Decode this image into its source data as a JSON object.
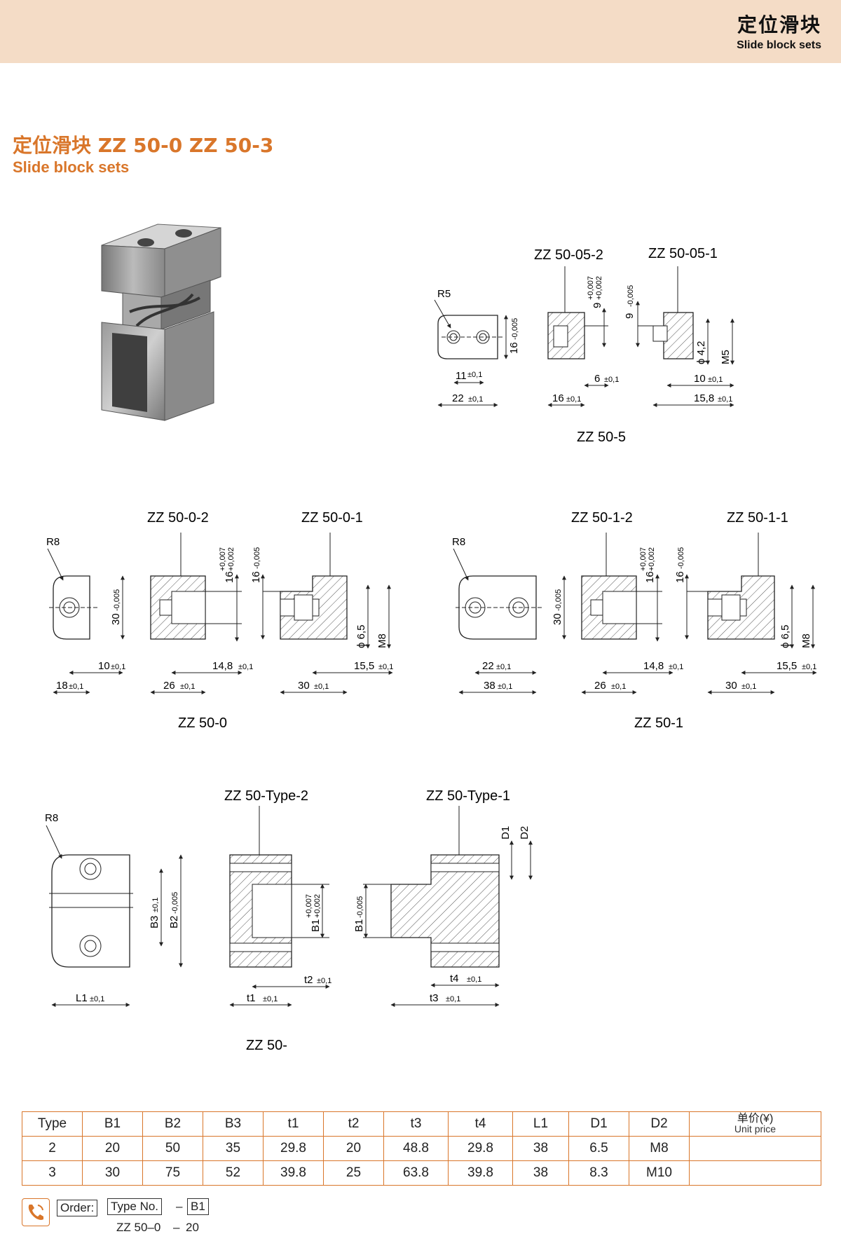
{
  "header": {
    "title_zh": "定位滑块",
    "title_en": "Slide block sets"
  },
  "section": {
    "title_zh": "定位滑块 ZZ 50-0   ZZ 50-3",
    "title_en": "Slide block sets"
  },
  "drawings": {
    "zz505": {
      "part2": "ZZ 50-05-2",
      "part1": "ZZ 50-05-1",
      "caption": "ZZ 50-5",
      "r": "R5",
      "d16": "16",
      "d16tol": "-0,005",
      "d11": "11",
      "d22": "22",
      "d9a": "9",
      "d9atol_up": "+0,007",
      "d9atol_lo": "+0,002",
      "d9b": "9",
      "d9btol": "-0,005",
      "d6": "6",
      "d16b": "16",
      "d10": "10",
      "d158": "15,8",
      "phi42": "ϕ 4,2",
      "m5": "M5",
      "tol": "±0,1"
    },
    "zz500": {
      "part2": "ZZ 50-0-2",
      "part1": "ZZ 50-0-1",
      "caption": "ZZ 50-0",
      "r": "R8",
      "d30": "30",
      "d30tol": "-0,005",
      "d10": "10",
      "d18": "18",
      "d16a": "16",
      "d16atol_up": "+0,007",
      "d16atol_lo": "+0,002",
      "d16b": "16",
      "d16btol": "-0,005",
      "d148": "14,8",
      "d26": "26",
      "d155": "15,5",
      "d30b": "30",
      "phi65": "ϕ 6,5",
      "m8": "M8",
      "tol": "±0,1"
    },
    "zz501": {
      "part2": "ZZ 50-1-2",
      "part1": "ZZ 50-1-1",
      "caption": "ZZ 50-1",
      "r": "R8",
      "d30": "30",
      "d30tol": "-0,005",
      "d22": "22",
      "d38": "38",
      "d16a": "16",
      "d16atol_up": "+0,007",
      "d16atol_lo": "+0,002",
      "d16b": "16",
      "d16btol": "-0,005",
      "d148": "14,8",
      "d26": "26",
      "d155": "15,5",
      "d30b": "30",
      "phi65": "ϕ 6,5",
      "m8": "M8",
      "tol": "±0,1"
    },
    "zztype": {
      "part2": "ZZ 50-Type-2",
      "part1": "ZZ 50-Type-1",
      "caption": "ZZ 50-",
      "r": "R8",
      "b3": "B3",
      "b2": "B2",
      "b2tol": "-0,005",
      "l1": "L1",
      "b1a": "B1",
      "b1atol_up": "+0,007",
      "b1atol_lo": "+0,002",
      "b1b": "B1",
      "b1btol": "-0,005",
      "t1": "t1",
      "t2": "t2",
      "t3": "t3",
      "t4": "t4",
      "d1": "D1",
      "d2": "D2",
      "tol": "±0,1"
    }
  },
  "table": {
    "headers": [
      "Type",
      "B1",
      "B2",
      "B3",
      "t1",
      "t2",
      "t3",
      "t4",
      "L1",
      "D1",
      "D2"
    ],
    "price_zh": "单价(¥)",
    "price_en": "Unit price",
    "rows": [
      [
        "2",
        "20",
        "50",
        "35",
        "29.8",
        "20",
        "48.8",
        "29.8",
        "38",
        "6.5",
        "M8",
        ""
      ],
      [
        "3",
        "30",
        "75",
        "52",
        "39.8",
        "25",
        "63.8",
        "39.8",
        "38",
        "8.3",
        "M10",
        ""
      ]
    ]
  },
  "order": {
    "label": "Order:",
    "type_no": "Type No.",
    "dash": "–",
    "b1": "B1",
    "example_type": "ZZ 50–0",
    "example_b1": "20"
  },
  "colors": {
    "accent": "#d9762a",
    "header_band": "#f4dcc6"
  }
}
